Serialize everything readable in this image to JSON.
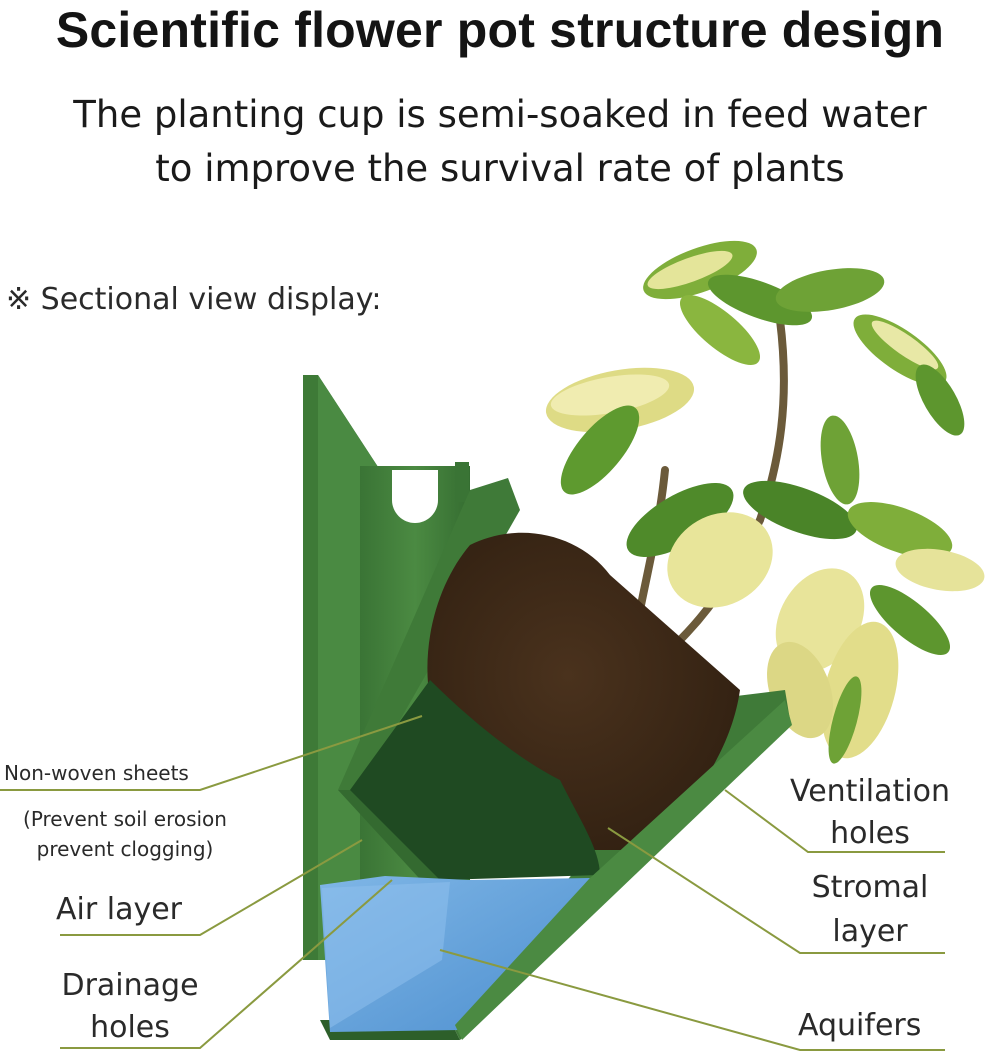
{
  "header": {
    "title": "Scientific flower pot structure design",
    "subtitle_line1": "The planting cup is semi-soaked in feed water",
    "subtitle_line2": "to improve the survival rate of plants"
  },
  "section": {
    "label": "※ Sectional view display:"
  },
  "labels": {
    "non_woven": "Non-woven sheets",
    "non_woven_note_1": "(Prevent soil erosion",
    "non_woven_note_2": "prevent clogging)",
    "air_layer": "Air layer",
    "drainage_1": "Drainage",
    "drainage_2": "holes",
    "ventilation_1": "Ventilation",
    "ventilation_2": "holes",
    "stromal_1": "Stromal",
    "stromal_2": "layer",
    "aquifers": "Aquifers"
  },
  "colors": {
    "pot_green": "#3f7a38",
    "pot_dark": "#2d5f2a",
    "soil": "#3a2616",
    "water_blue": "#6aa6dc",
    "leaf_green": "#4f8a2a",
    "leaf_yellow": "#e2e08a",
    "leader_line": "#8a9a40"
  }
}
